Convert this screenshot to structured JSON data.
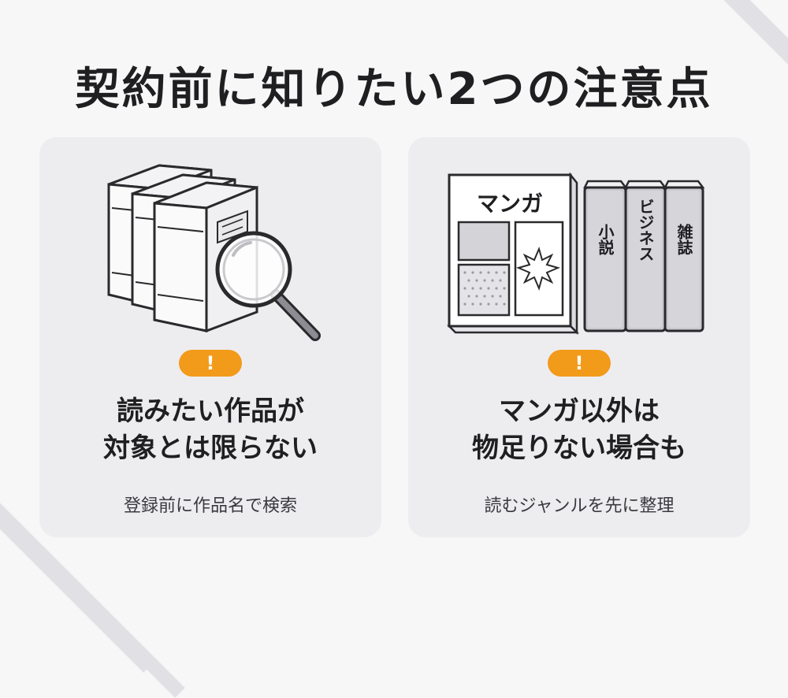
{
  "title": "契約前に知りたい2つの注意点",
  "cards": [
    {
      "badge": "!",
      "heading_lines": [
        "読みたい作品が",
        "対象とは限らない"
      ],
      "subtext": "登録前に作品名で検索",
      "illustration_icons": [
        "books-icon",
        "magnifying-glass-icon"
      ]
    },
    {
      "badge": "!",
      "heading_lines": [
        "マンガ以外は",
        "物足りない場合も"
      ],
      "subtext": "読むジャンルを先に整理",
      "manga_label": "マンガ",
      "spine_labels": [
        "小説",
        "ビジネス",
        "雑誌"
      ],
      "illustration_icons": [
        "manga-book-icon",
        "book-spines-icon"
      ]
    }
  ],
  "colors": {
    "background": "#f7f7f8",
    "card": "#ededf0",
    "badge": "#f29a1a",
    "text": "#1f1f22"
  }
}
